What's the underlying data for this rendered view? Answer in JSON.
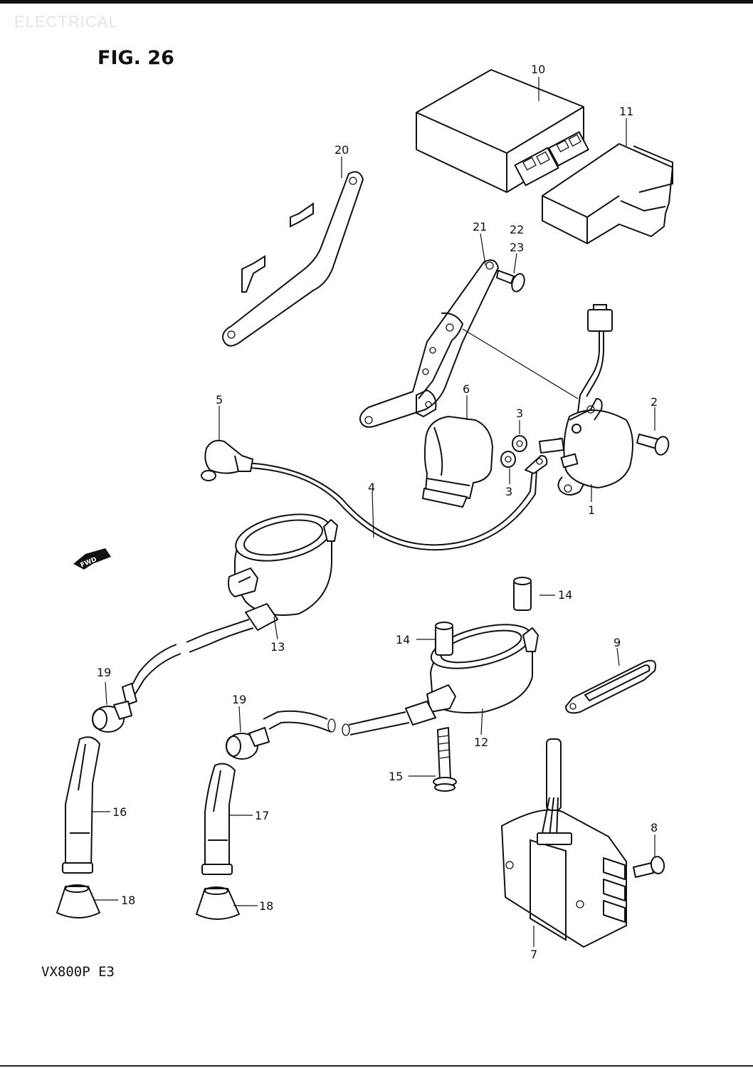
{
  "header": {
    "watermark": "ELECTRICAL",
    "figure_title": "FIG. 26"
  },
  "footer": {
    "model_code": "VX800P  E3"
  },
  "direction_arrow": {
    "label": "FWD"
  },
  "callouts": {
    "p1": "1",
    "p2": "2",
    "p3a": "3",
    "p3b": "3",
    "p4": "4",
    "p5": "5",
    "p6": "6",
    "p7": "7",
    "p8": "8",
    "p9": "9",
    "p10": "10",
    "p11": "11",
    "p12": "12",
    "p13": "13",
    "p14a": "14",
    "p14b": "14",
    "p15": "15",
    "p16": "16",
    "p17": "17",
    "p18a": "18",
    "p18b": "18",
    "p19a": "19",
    "p19b": "19",
    "p20": "20",
    "p21": "21",
    "p22": "22",
    "p23": "23"
  }
}
